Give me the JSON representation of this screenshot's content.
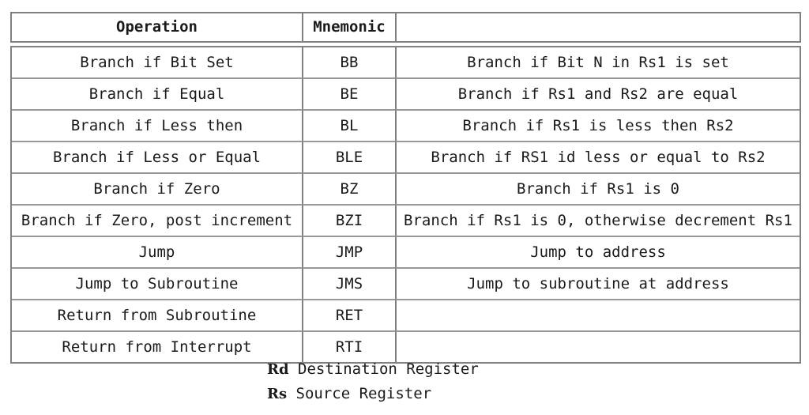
{
  "table": {
    "headers": [
      "Operation",
      "Mnemonic",
      ""
    ],
    "rows": [
      {
        "operation": "Branch if Bit Set",
        "mnemonic": "BB",
        "description": "Branch if Bit N in Rs1 is set"
      },
      {
        "operation": "Branch if Equal",
        "mnemonic": "BE",
        "description": "Branch if Rs1 and Rs2 are equal"
      },
      {
        "operation": "Branch if Less then",
        "mnemonic": "BL",
        "description": "Branch if Rs1 is less then Rs2"
      },
      {
        "operation": "Branch if Less or Equal",
        "mnemonic": "BLE",
        "description": "Branch if RS1 id less or equal to Rs2"
      },
      {
        "operation": "Branch if Zero",
        "mnemonic": "BZ",
        "description": "Branch if Rs1 is 0"
      },
      {
        "operation": "Branch if Zero, post increment",
        "mnemonic": "BZI",
        "description": "Branch if Rs1 is 0, otherwise decrement Rs1"
      },
      {
        "operation": "Jump",
        "mnemonic": "JMP",
        "description": "Jump to address"
      },
      {
        "operation": "Jump to Subroutine",
        "mnemonic": "JMS",
        "description": "Jump to subroutine at address"
      },
      {
        "operation": "Return from Subroutine",
        "mnemonic": "RET",
        "description": ""
      },
      {
        "operation": "Return from Interrupt",
        "mnemonic": "RTI",
        "description": ""
      }
    ]
  },
  "legend": [
    {
      "key": "Rd",
      "text": "Destination Register"
    },
    {
      "key": "Rs",
      "text": "Source Register"
    }
  ],
  "colors": {
    "text": "#1a1a1a",
    "border_outer": "#808080",
    "border_inner": "#999999",
    "background": "#ffffff"
  }
}
